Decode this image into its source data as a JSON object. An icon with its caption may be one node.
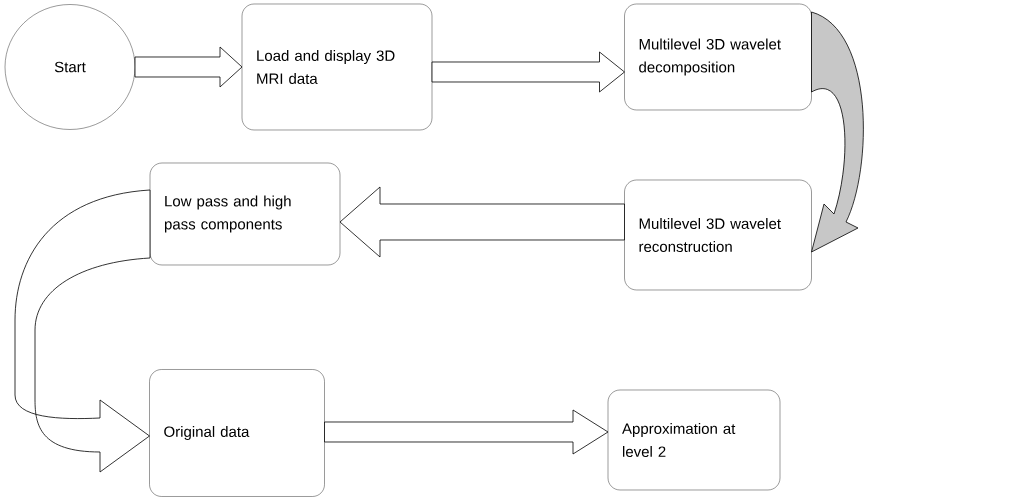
{
  "diagram": {
    "nodes": [
      {
        "text": [
          "Start"
        ]
      },
      {
        "text": [
          "Load and display 3D MRI data"
        ]
      },
      {
        "text": [
          "Multilevel 3D wavelet decomposition"
        ]
      },
      {
        "text": [
          "Multilevel 3D wavelet reconstruction"
        ]
      },
      {
        "text": [
          "Low pass and high pass components"
        ]
      },
      {
        "text": [
          "Original data"
        ]
      },
      {
        "text": [
          "Approximation at level 2"
        ]
      }
    ],
    "edges": [
      {
        "from": 0,
        "to": 1,
        "arrow": "to"
      },
      {
        "from": 1,
        "to": 2,
        "arrow": "to"
      },
      {
        "from": 2,
        "to": 3,
        "arrow": "to"
      },
      {
        "from": 3,
        "to": 4,
        "arrow": "to"
      },
      {
        "from": 4,
        "to": 5,
        "arrow": "to"
      },
      {
        "from": 5,
        "to": 6,
        "arrow": "to"
      }
    ]
  }
}
